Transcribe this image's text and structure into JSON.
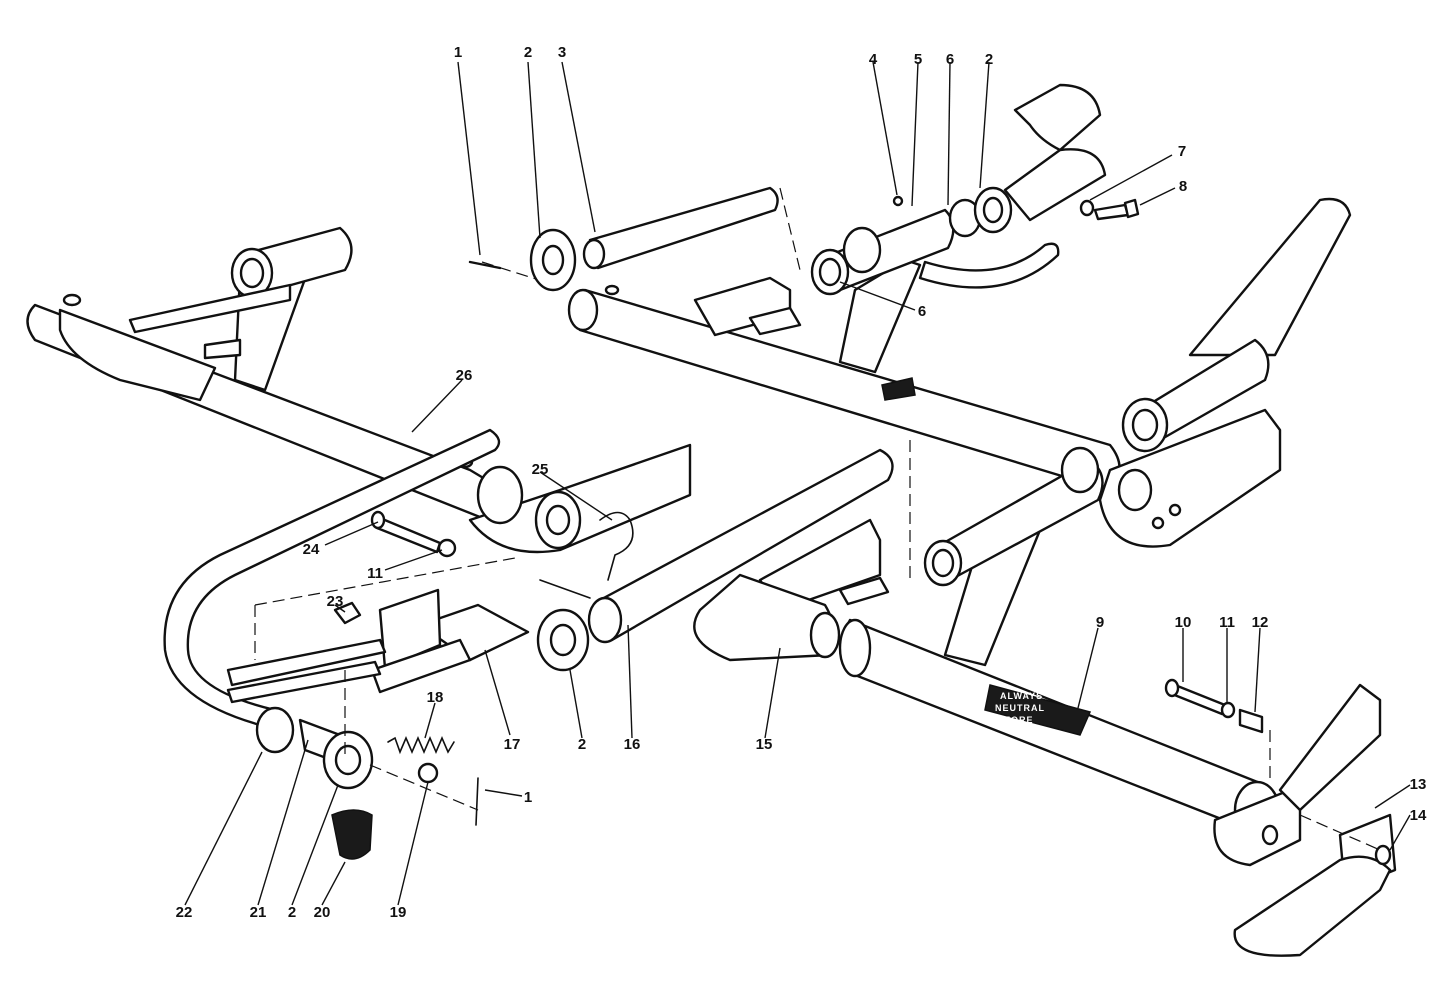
{
  "diagram": {
    "callouts": [
      {
        "id": "c-1a",
        "text": "1"
      },
      {
        "id": "c-2a",
        "text": "2"
      },
      {
        "id": "c-3",
        "text": "3"
      },
      {
        "id": "c-4",
        "text": "4"
      },
      {
        "id": "c-5",
        "text": "5"
      },
      {
        "id": "c-6a",
        "text": "6"
      },
      {
        "id": "c-2b",
        "text": "2"
      },
      {
        "id": "c-7",
        "text": "7"
      },
      {
        "id": "c-8",
        "text": "8"
      },
      {
        "id": "c-6b",
        "text": "6"
      },
      {
        "id": "c-26",
        "text": "26"
      },
      {
        "id": "c-25",
        "text": "25"
      },
      {
        "id": "c-24",
        "text": "24"
      },
      {
        "id": "c-11a",
        "text": "11"
      },
      {
        "id": "c-23",
        "text": "23"
      },
      {
        "id": "c-9",
        "text": "9"
      },
      {
        "id": "c-10",
        "text": "10"
      },
      {
        "id": "c-11b",
        "text": "11"
      },
      {
        "id": "c-12",
        "text": "12"
      },
      {
        "id": "c-18",
        "text": "18"
      },
      {
        "id": "c-17",
        "text": "17"
      },
      {
        "id": "c-2c",
        "text": "2"
      },
      {
        "id": "c-16",
        "text": "16"
      },
      {
        "id": "c-15",
        "text": "15"
      },
      {
        "id": "c-1b",
        "text": "1"
      },
      {
        "id": "c-13",
        "text": "13"
      },
      {
        "id": "c-14",
        "text": "14"
      },
      {
        "id": "c-22",
        "text": "22"
      },
      {
        "id": "c-21",
        "text": "21"
      },
      {
        "id": "c-2d",
        "text": "2"
      },
      {
        "id": "c-20",
        "text": "20"
      },
      {
        "id": "c-19",
        "text": "19"
      }
    ],
    "decal": {
      "lines": [
        "ALWAYS",
        "NEUTRAL",
        "BEFORE"
      ]
    },
    "colors": {
      "ink": "#111111",
      "paper": "#ffffff"
    }
  }
}
